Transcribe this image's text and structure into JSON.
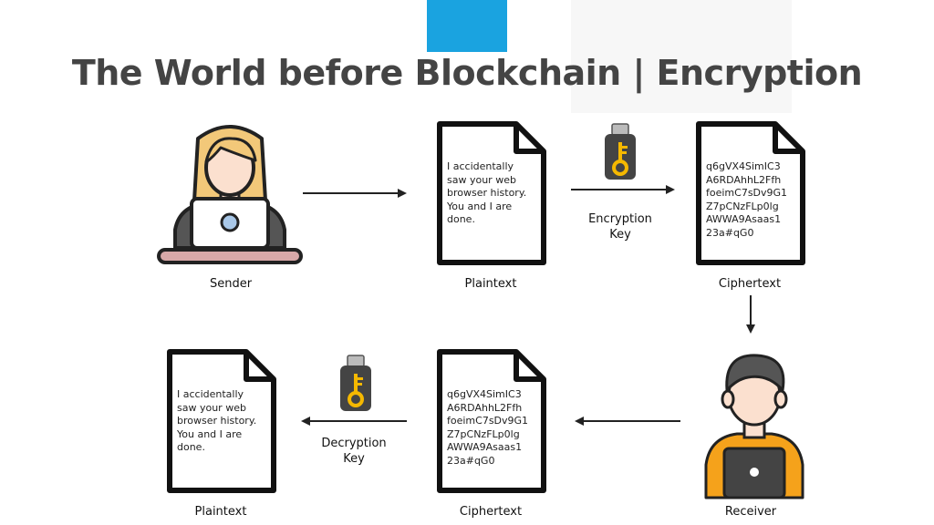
{
  "title": "The World before Blockchain | Encryption",
  "nodes": {
    "sender": {
      "label": "Sender"
    },
    "plaintext_top": {
      "label": "Plaintext",
      "body": "I accidentally\nsaw your web\nbrowser history.\nYou and I are\ndone."
    },
    "ciphertext_top": {
      "label": "Ciphertext",
      "body": "q6gVX4SimIC3\nA6RDAhhL2Ffh\nfoeimC7sDv9G1\nZ7pCNzFLp0lg\nAWWA9Asaas1\n23a#qG0"
    },
    "receiver": {
      "label": "Receiver"
    },
    "ciphertext_bottom": {
      "label": "Ciphertext",
      "body": "q6gVX4SimIC3\nA6RDAhhL2Ffh\nfoeimC7sDv9G1\nZ7pCNzFLp0lg\nAWWA9Asaas1\n23a#qG0"
    },
    "plaintext_bottom": {
      "label": "Plaintext",
      "body": "I accidentally\nsaw your web\nbrowser history.\nYou and I are\ndone."
    }
  },
  "keys": {
    "encryption": {
      "label": "Encryption\nKey"
    },
    "decryption": {
      "label": "Decryption\nKey"
    }
  },
  "colors": {
    "accent": "#1aa3e0",
    "title": "#444444",
    "key_body": "#444444",
    "key_gold": "#f5b800",
    "hair": "#f2c879",
    "skin": "#fbe0cf",
    "receiver_hair": "#555555",
    "receiver_shirt": "#f5a21b"
  },
  "icons": {
    "sender": "person-with-laptop-icon",
    "receiver": "person-with-laptop-icon",
    "document": "document-icon",
    "key": "usb-key-icon"
  }
}
